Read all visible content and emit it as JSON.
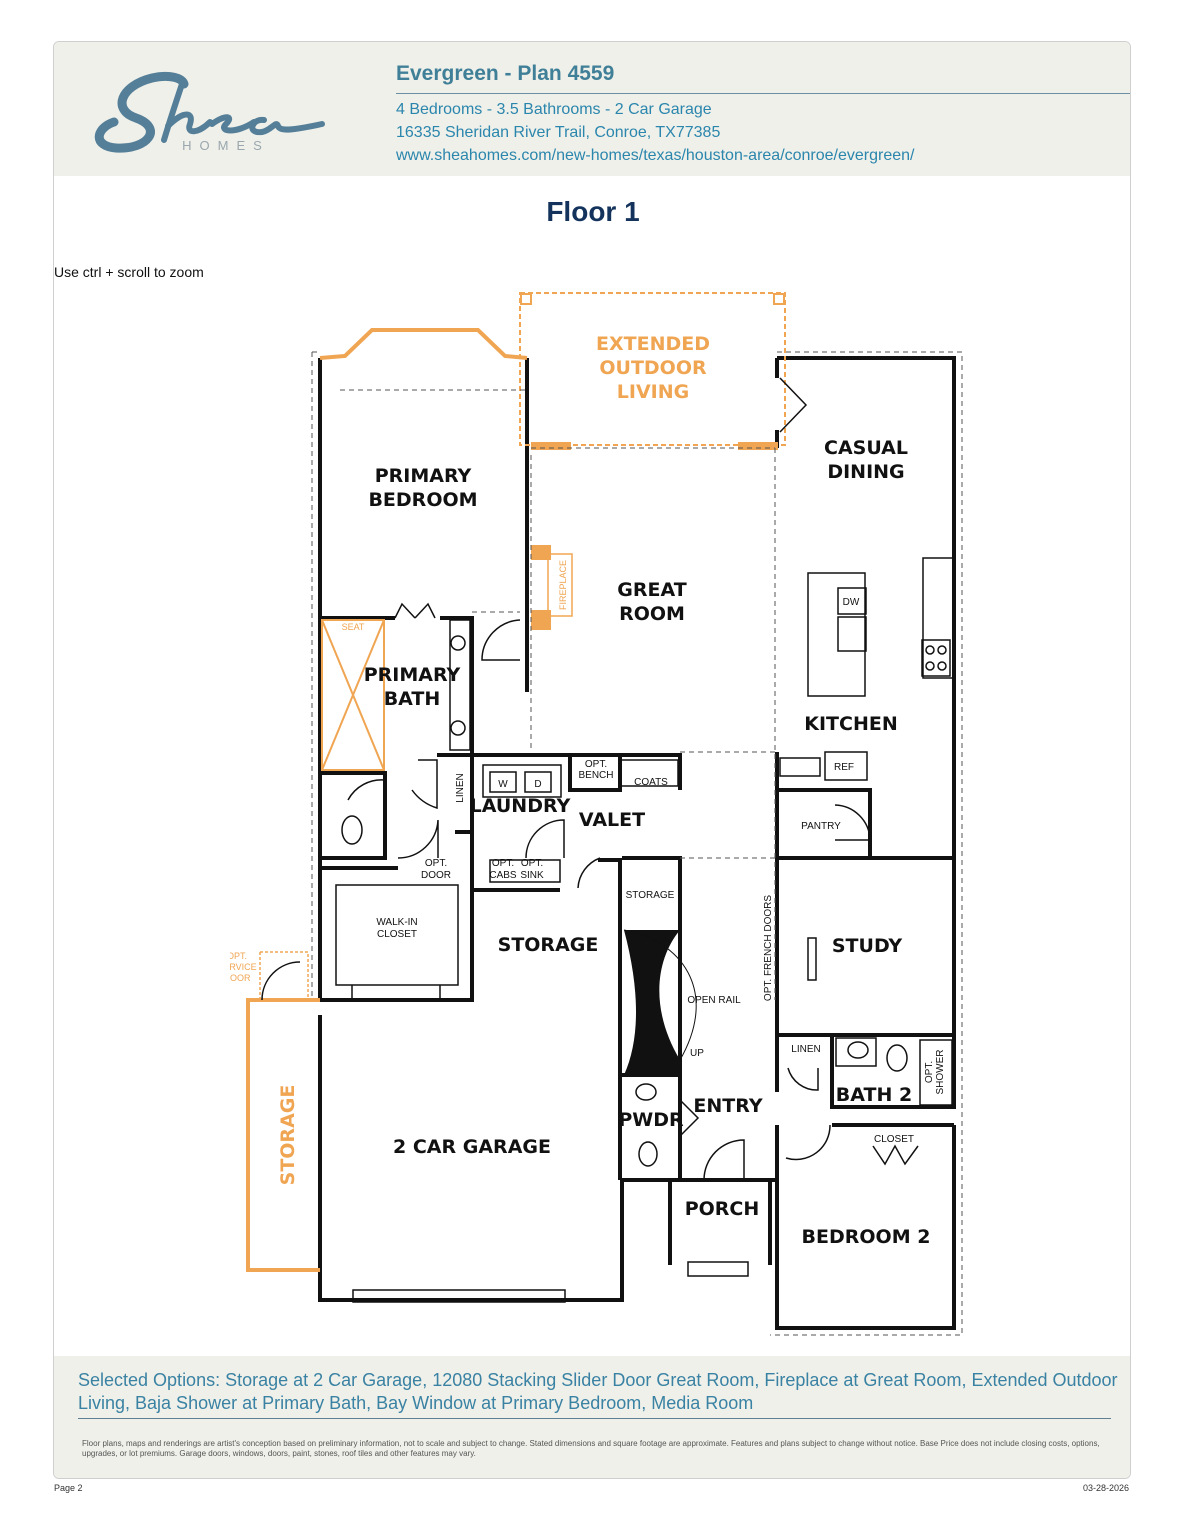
{
  "header": {
    "logo_word": "Shea",
    "logo_sub": "HOMES",
    "plan_title": "Evergreen - Plan 4559",
    "summary": "4 Bedrooms - 3.5 Bathrooms - 2 Car Garage",
    "address": "16335 Sheridan River Trail, Conroe, TX77385",
    "url": "www.sheahomes.com/new-homes/texas/houston-area/conroe/evergreen/"
  },
  "floor_title": "Floor 1",
  "zoom_hint": "Use ctrl + scroll to zoom",
  "rooms": {
    "extended_1": "EXTENDED",
    "extended_2": "OUTDOOR",
    "extended_3": "LIVING",
    "primary_bed_1": "PRIMARY",
    "primary_bed_2": "BEDROOM",
    "casual_1": "CASUAL",
    "casual_2": "DINING",
    "great_1": "GREAT",
    "great_2": "ROOM",
    "primary_bath_1": "PRIMARY",
    "primary_bath_2": "BATH",
    "kitchen": "KITCHEN",
    "laundry": "LAUNDRY",
    "valet": "VALET",
    "storage_mid": "STORAGE",
    "study": "STUDY",
    "storage_garage": "STORAGE",
    "garage": "2 CAR GARAGE",
    "entry": "ENTRY",
    "bath2": "BATH 2",
    "pwdr": "PWDR",
    "porch": "PORCH",
    "bedroom2": "BEDROOM 2"
  },
  "labels": {
    "seat": "SEAT",
    "fireplace": "FIREPLACE",
    "dw": "DW",
    "linen": "LINEN",
    "w": "W",
    "d": "D",
    "opt_bench_1": "OPT.",
    "opt_bench_2": "BENCH",
    "coats": "COATS",
    "ref": "REF",
    "pantry": "PANTRY",
    "opt_door_1": "OPT.",
    "opt_door_2": "DOOR",
    "opt_cabs_1": "OPT.",
    "opt_cabs_2": "CABS",
    "opt_sink_1": "OPT.",
    "opt_sink_2": "SINK",
    "storage_small": "STORAGE",
    "walkin_1": "WALK-IN",
    "walkin_2": "CLOSET",
    "opt_service_1": "OPT.",
    "opt_service_2": "SERVICE",
    "opt_service_3": "DOOR",
    "open_rail": "OPEN RAIL",
    "up": "UP",
    "french_doors": "OPT. FRENCH DOORS",
    "linen2": "LINEN",
    "opt_shower_1": "OPT.",
    "opt_shower_2": "SHOWER",
    "closet": "CLOSET"
  },
  "footer": {
    "options": "Selected Options: Storage at 2 Car Garage, 12080 Stacking Slider Door Great Room, Fireplace at Great Room, Extended Outdoor Living, Baja Shower at Primary Bath, Bay Window at Primary Bedroom, Media Room",
    "disclaimer": "Floor plans, maps and renderings are artist's conception based on preliminary information, not to scale and subject to change. Stated dimensions and square footage are approximate. Features and plans subject to change without notice. Base Price does not include closing costs, options, upgrades, or lot premiums. Garage doors, windows, doors, paint, stones, roof tiles and other features may vary.",
    "page": "Page 2",
    "date": "03-28-2026"
  },
  "colors": {
    "header_bg": "#eff0ea",
    "title_blue": "#3f7f98",
    "link_blue": "#2b86ad",
    "floor_title": "#14335c",
    "option_orange": "#f0a552"
  }
}
